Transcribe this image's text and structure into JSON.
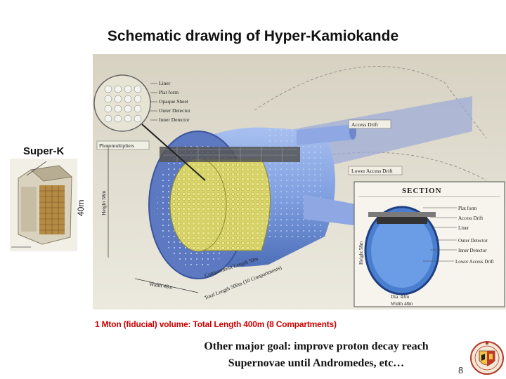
{
  "slide": {
    "title": "Schematic drawing of Hyper-Kamiokande",
    "superk_label": "Super-K",
    "height_label": "40m",
    "caption": "1 Mton (fiducial) volume: Total Length 400m (8 Compartments)",
    "goal_line1": "Other major goal: improve proton decay reach",
    "goal_line2": "Supernovae until Andromedes, etc…",
    "page_number": "8"
  },
  "figure": {
    "labels": {
      "liner": "Liner",
      "platform": "Plat form",
      "opaque_sheet": "Opaque Sheet",
      "outer_detector": "Outer Detector",
      "inner_detector": "Inner Detector",
      "photomultipliers": "Photomultipliers",
      "access_drift": "Access Drift",
      "lower_access_drift": "Lower Access Drift",
      "height": "Height 58m",
      "width": "Width 48m",
      "compartment_length": "Compartment Length 50m",
      "total_length": "Total Length 500m (10 Compartments)"
    },
    "section": {
      "title": "SECTION",
      "labels": [
        "Plat form",
        "Access Drift",
        "Liner",
        "Outer Detector",
        "Inner Detector",
        "Lower Access Drift"
      ],
      "height": "Height 58m",
      "dia": "Dia. 43m",
      "width": "Width 48m"
    }
  },
  "colors": {
    "caption": "#cc0000",
    "tank_blue": "#7f9fe0",
    "pmt_yellow": "#d8d46a"
  }
}
